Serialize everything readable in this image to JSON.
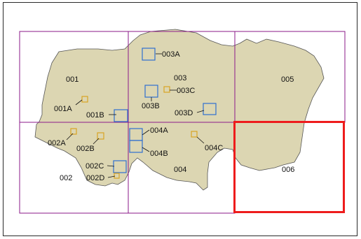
{
  "map": {
    "colors": {
      "region_fill": "#dcd6b2",
      "region_stroke": "#555555",
      "grid": "#8b1a89",
      "selected": "#ee1c1c",
      "detail_blue": "#2f6fd0",
      "detail_orange": "#d9a423",
      "leader": "#111111"
    },
    "selected_sheet": "006",
    "sheets": [
      {
        "id": "001"
      },
      {
        "id": "002"
      },
      {
        "id": "003"
      },
      {
        "id": "004"
      },
      {
        "id": "005"
      },
      {
        "id": "006"
      }
    ],
    "detail_tiles": [
      {
        "id": "001A",
        "color": "orange"
      },
      {
        "id": "001B",
        "color": "blue"
      },
      {
        "id": "002A",
        "color": "orange"
      },
      {
        "id": "002B",
        "color": "orange"
      },
      {
        "id": "002C",
        "color": "blue"
      },
      {
        "id": "002D",
        "color": "orange"
      },
      {
        "id": "003A",
        "color": "blue"
      },
      {
        "id": "003B",
        "color": "blue"
      },
      {
        "id": "003C",
        "color": "orange"
      },
      {
        "id": "003D",
        "color": "blue"
      },
      {
        "id": "004A",
        "color": "blue"
      },
      {
        "id": "004B",
        "color": "blue"
      },
      {
        "id": "004C",
        "color": "orange"
      }
    ]
  }
}
